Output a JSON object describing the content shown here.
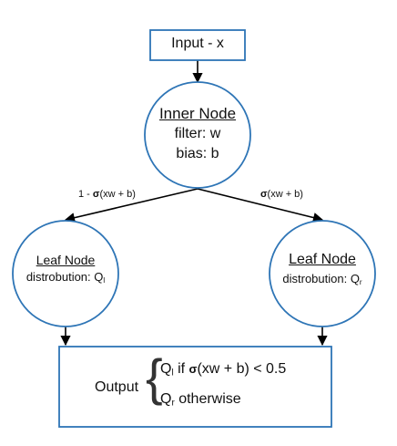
{
  "input": {
    "label": "Input - x"
  },
  "inner_node": {
    "title": "Inner Node",
    "filter": "filter: w",
    "bias": "bias: b"
  },
  "edges": {
    "left_prefix": "1 - ",
    "right_prefix": "",
    "sigma": "σ",
    "arg": "(xw + b)"
  },
  "leaf_left": {
    "title": "Leaf Node",
    "dist_prefix": "distrobution: Q",
    "dist_sub": "l"
  },
  "leaf_right": {
    "title": "Leaf Node",
    "dist_prefix": "distrobution: Q",
    "dist_sub": "r"
  },
  "output": {
    "label": "Output",
    "brace": "{",
    "case1_q": "Q",
    "case1_sub": "l",
    "case1_if": " if ",
    "case1_sigma": "σ",
    "case1_rest": "(xw + b) < 0.5",
    "case2_q": "Q",
    "case2_sub": "r",
    "case2_rest": " otherwise"
  },
  "colors": {
    "node_border": "#2e75b6",
    "line": "#000000",
    "text": "#111111"
  }
}
